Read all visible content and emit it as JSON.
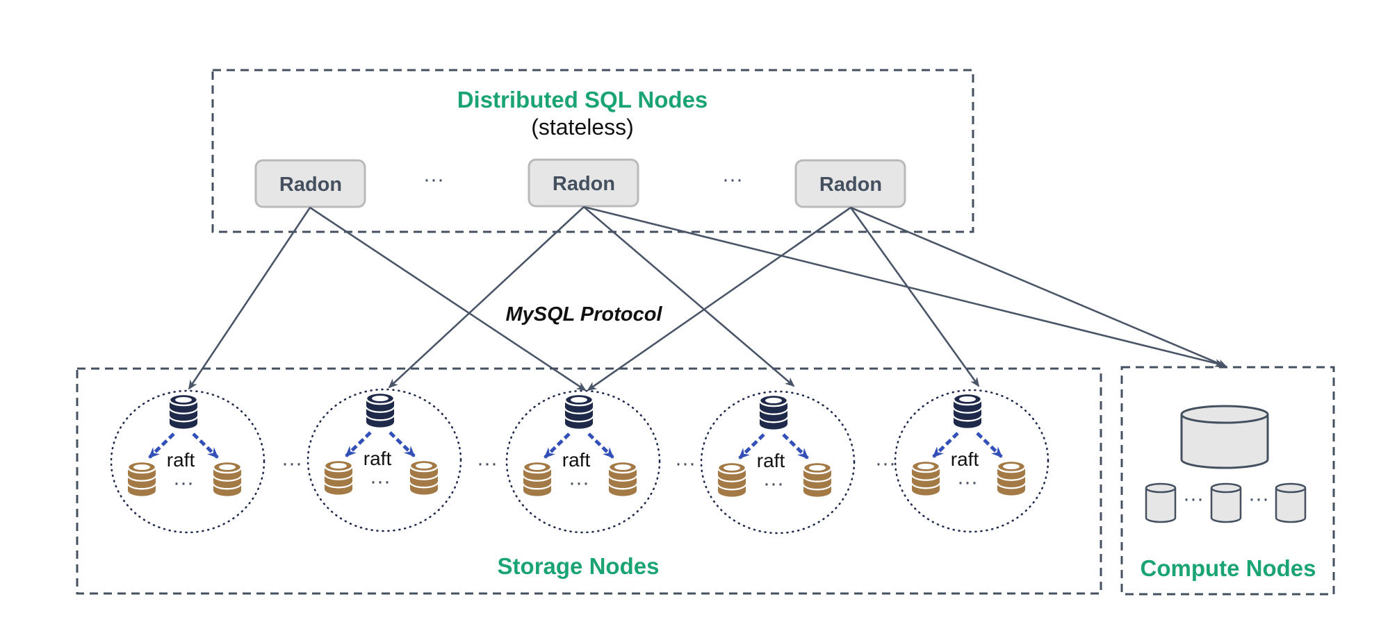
{
  "colors": {
    "green": "#1aa473",
    "border": "#44505f",
    "arrow": "#4a5568",
    "navy_db": "#1f2a4a",
    "brown_db": "#a37945",
    "blue_arrow": "#3350b8",
    "box_fill": "#e6e6e6",
    "box_stroke": "#b9b9b9",
    "text_dark": "#44505f"
  },
  "sql_group": {
    "title": "Distributed SQL Nodes",
    "subtitle": "(stateless)",
    "nodes": [
      "Radon",
      "Radon",
      "Radon"
    ],
    "separator": "···"
  },
  "protocol_label": "MySQL Protocol",
  "storage_group": {
    "title": "Storage Nodes",
    "cluster_label": "raft",
    "separator": "···",
    "cluster_count": 5
  },
  "compute_group": {
    "title": "Compute Nodes",
    "separator": "···"
  },
  "icons": {
    "storage_primary": "database-stack-icon",
    "storage_replica": "database-stack-icon",
    "compute_main": "cylinder-icon",
    "compute_small": "cylinder-icon"
  }
}
